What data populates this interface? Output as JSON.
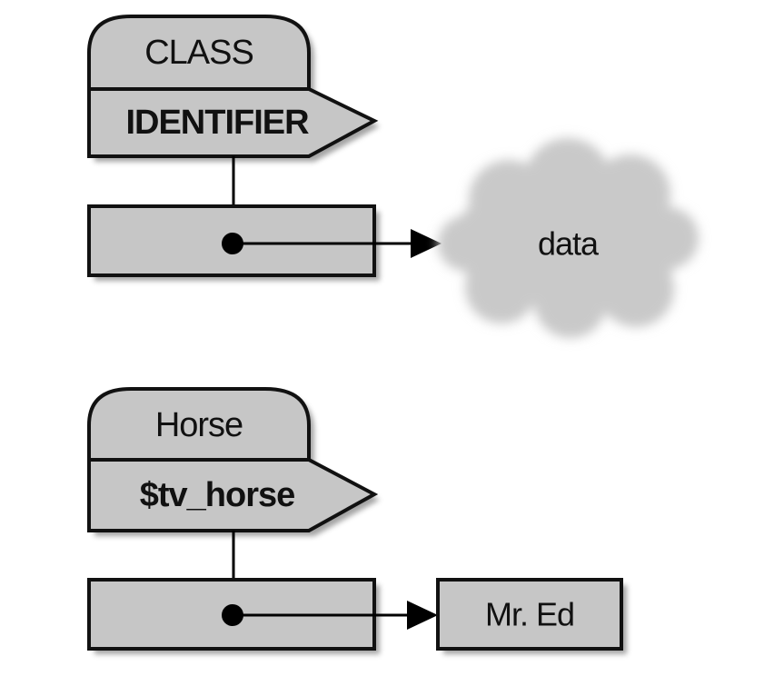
{
  "diagram_1": {
    "class_label": "CLASS",
    "identifier_label": "IDENTIFIER",
    "target_label": "data",
    "target_kind": "cloud"
  },
  "diagram_2": {
    "class_label": "Horse",
    "identifier_label": "$tv_horse",
    "target_label": "Mr. Ed",
    "target_kind": "box"
  },
  "colors": {
    "fill": "#c6c6c6",
    "stroke": "#111111",
    "cloud": "#c9c9c9"
  }
}
